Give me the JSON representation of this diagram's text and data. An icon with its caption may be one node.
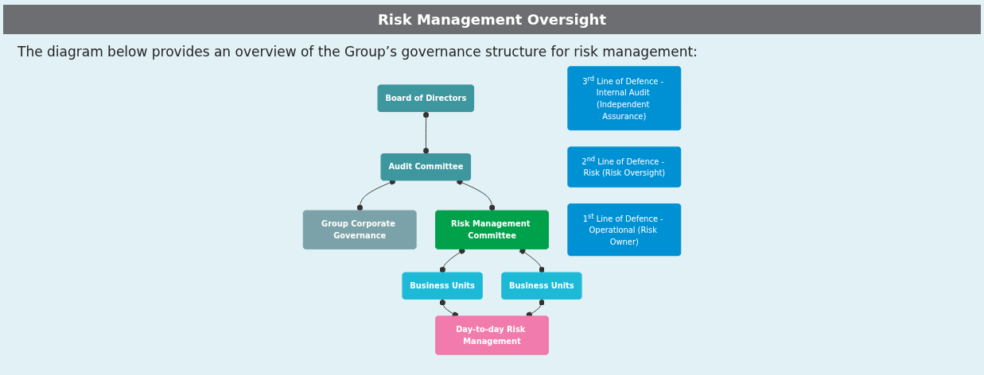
{
  "diagram": {
    "title": "Risk Management Oversight",
    "nodes": [
      {
        "text": [
          "Board of Directors"
        ]
      },
      {
        "text": [
          "Audit Committee"
        ]
      },
      {
        "text": [
          "Group Corporate Governance"
        ]
      },
      {
        "text": [
          "Risk Management Committee"
        ]
      },
      {
        "text": [
          "Business Units"
        ]
      },
      {
        "text": [
          "Business Units"
        ]
      },
      {
        "text": [
          "Day-to-day Risk Management"
        ]
      },
      {
        "text": [
          "3$^{rd}$ Line of Defence - Internal Audit (Independent Assurance)"
        ]
      },
      {
        "text": [
          "2$^{nd}$ Line of Defence - Risk (Risk Oversight)"
        ]
      },
      {
        "text": [
          "1$^{st}$ Line of Defence - Operational (Risk Owner)"
        ]
      }
    ],
    "edges": [
      {
        "from": 0,
        "to": 1,
        "arrow": "other"
      },
      {
        "from": 1,
        "to": 2,
        "arrow": "other"
      },
      {
        "from": 1,
        "to": 3,
        "arrow": "other"
      },
      {
        "from": 3,
        "to": 4,
        "arrow": "other"
      },
      {
        "from": 3,
        "to": 5,
        "arrow": "other"
      },
      {
        "from": 4,
        "to": 6,
        "arrow": "other"
      },
      {
        "from": 5,
        "to": 6,
        "arrow": "other"
      }
    ],
    "labels": [
      "The diagram below provides an overview of the Group’s governance structure for risk management:"
    ]
  }
}
